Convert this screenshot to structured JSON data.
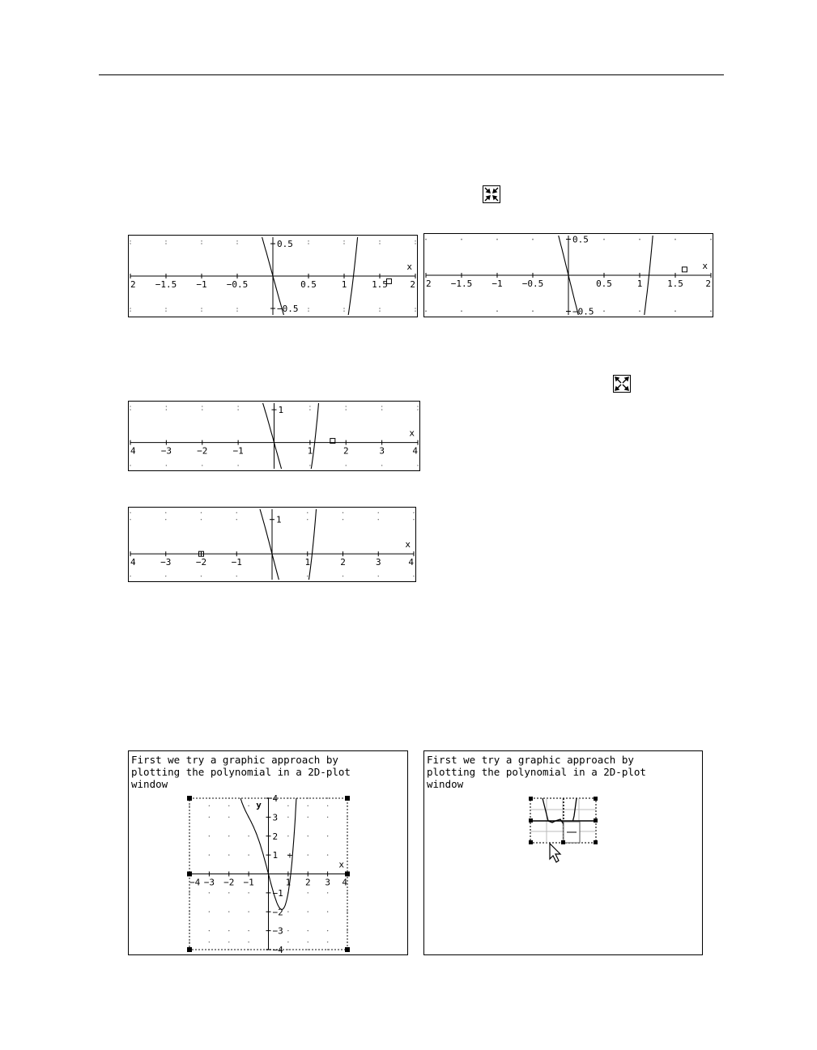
{
  "page": {
    "icons": [
      {
        "name": "zoom-in-icon"
      },
      {
        "name": "zoom-out-icon"
      }
    ]
  },
  "chart_data": [
    {
      "type": "line",
      "title": "",
      "xlabel": "x",
      "ylabel": "",
      "xlim": [
        -2,
        2
      ],
      "ylim": [
        -0.6,
        0.6
      ],
      "x_ticks": [
        -2,
        -1.5,
        -1,
        -0.5,
        0.5,
        1,
        1.5,
        2
      ],
      "x_tick_labels": [
        "2",
        "−1.5",
        "−1",
        "−0.5",
        "0.5",
        "1",
        "1.5",
        "2"
      ],
      "y_ticks": [
        0.5,
        -0.5
      ],
      "y_tick_labels": [
        "0.5",
        "−0.5"
      ],
      "function": "x^4 + 2x^3 - 4x",
      "marker": [
        1.63,
        -0.08
      ],
      "grid": true
    },
    {
      "type": "line",
      "title": "",
      "xlabel": "x",
      "ylabel": "",
      "xlim": [
        -2,
        2
      ],
      "ylim": [
        -0.55,
        0.55
      ],
      "x_ticks": [
        -2,
        -1.5,
        -1,
        -0.5,
        0.5,
        1,
        1.5,
        2
      ],
      "x_tick_labels": [
        "2",
        "−1.5",
        "−1",
        "−0.5",
        "0.5",
        "1",
        "1.5",
        "2"
      ],
      "y_ticks": [
        0.5,
        -0.5
      ],
      "y_tick_labels": [
        "0.5",
        "−0.5"
      ],
      "function": "x^4 + 2x^3 - 4x",
      "marker": [
        1.63,
        0.08
      ],
      "grid": true
    },
    {
      "type": "line",
      "title": "",
      "xlabel": "x",
      "ylabel": "",
      "xlim": [
        -4,
        4
      ],
      "ylim": [
        -0.8,
        1.2
      ],
      "x_ticks": [
        -4,
        -3,
        -2,
        -1,
        1,
        2,
        3,
        4
      ],
      "x_tick_labels": [
        "4",
        "−3",
        "−2",
        "−1",
        "1",
        "2",
        "3",
        "4"
      ],
      "y_ticks": [
        1
      ],
      "y_tick_labels": [
        "1"
      ],
      "function": "x^4 + 2x^3 - 4x",
      "marker": [
        1.63,
        0.05
      ],
      "grid": true
    },
    {
      "type": "line",
      "title": "",
      "xlabel": "x",
      "ylabel": "",
      "xlim": [
        -4,
        4
      ],
      "ylim": [
        -0.75,
        1.3
      ],
      "x_ticks": [
        -4,
        -3,
        -2,
        -1,
        1,
        2,
        3,
        4
      ],
      "x_tick_labels": [
        "4",
        "−3",
        "−2",
        "−1",
        "1",
        "2",
        "3",
        "4"
      ],
      "y_ticks": [
        1
      ],
      "y_tick_labels": [
        "1"
      ],
      "function": "x^4 + 2x^3 - 4x",
      "marker": [
        -2.0,
        0.0
      ],
      "grid": true
    },
    {
      "type": "line",
      "title": "",
      "xlabel": "x",
      "ylabel": "y",
      "xlim": [
        -4,
        4
      ],
      "ylim": [
        -4,
        4
      ],
      "x_ticks": [
        -4,
        -3,
        -2,
        -1,
        1,
        2,
        3,
        4
      ],
      "x_tick_labels": [
        "−4",
        "−3",
        "−2",
        "−1",
        "1",
        "2",
        "3",
        "4"
      ],
      "y_ticks": [
        4,
        3,
        2,
        1,
        -1,
        -2,
        -3,
        -4
      ],
      "y_tick_labels": [
        "4",
        "3",
        "2",
        "1",
        "−1",
        "−2",
        "−3",
        "−4"
      ],
      "function": "x^4 + 2x^3 - 4x",
      "grid": true
    }
  ],
  "notes": [
    {
      "lines": [
        "First we try a graphic approach by",
        "plotting the polynomial in a 2D-plot",
        "window"
      ]
    },
    {
      "lines": [
        "First we try a graphic approach by",
        "plotting the polynomial in a 2D-plot",
        "window"
      ]
    }
  ]
}
